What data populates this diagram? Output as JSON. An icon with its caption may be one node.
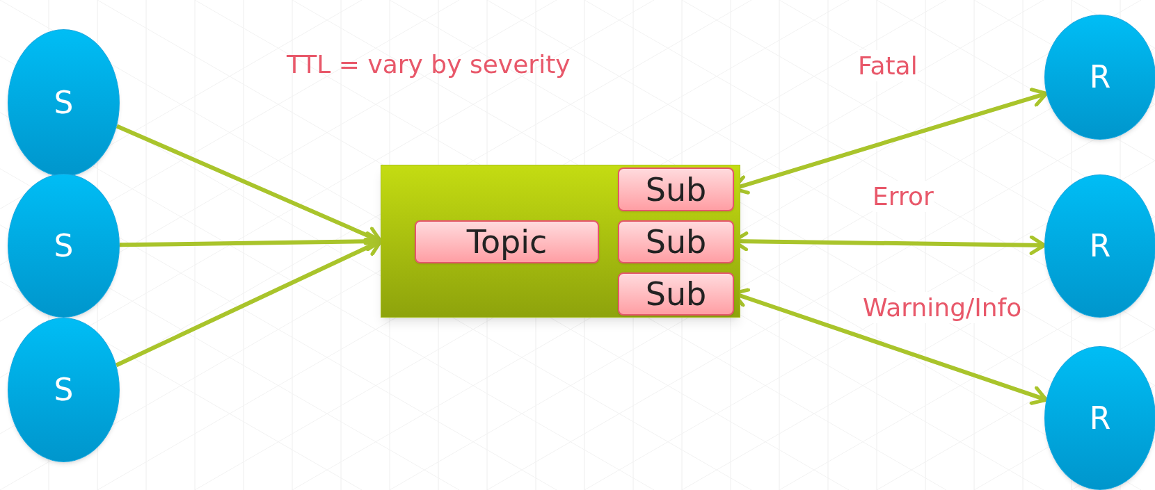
{
  "diagram": {
    "nodes": [
      {
        "text": [
          "S"
        ]
      },
      {
        "text": [
          "S"
        ]
      },
      {
        "text": [
          "S"
        ]
      },
      {
        "text": [],
        "shape": "box"
      },
      {
        "text": [
          "Topic"
        ],
        "in": 3
      },
      {
        "text": [
          "Sub"
        ],
        "in": 3
      },
      {
        "text": [
          "Sub"
        ],
        "in": 3
      },
      {
        "text": [
          "Sub"
        ],
        "in": 3
      },
      {
        "text": [
          "R"
        ]
      },
      {
        "text": [
          "R"
        ]
      },
      {
        "text": [
          "R"
        ]
      }
    ],
    "edges": [
      {
        "from": 0,
        "to": 3,
        "arrow": "to"
      },
      {
        "from": 1,
        "to": 3,
        "arrow": "to"
      },
      {
        "from": 2,
        "to": 3,
        "arrow": "to"
      },
      {
        "from": 5,
        "to": 8,
        "arrow": "both",
        "label": "Fatal"
      },
      {
        "from": 6,
        "to": 9,
        "arrow": "both",
        "label": "Error"
      },
      {
        "from": 7,
        "to": 10,
        "arrow": "both",
        "label": "Warning/Info"
      }
    ],
    "labels": [
      "TTL = vary by severity"
    ]
  }
}
